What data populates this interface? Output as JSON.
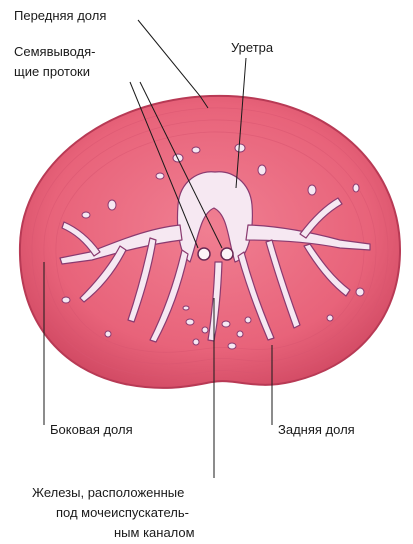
{
  "labels": {
    "anterior_lobe": "Передняя доля",
    "ejaculatory_ducts_line1": "Семявыводя-",
    "ejaculatory_ducts_line2": "щие протоки",
    "urethra": "Уретра",
    "lateral_lobe": "Боковая доля",
    "posterior_lobe": "Задняя доля",
    "glands_line1": "Железы,  расположенные",
    "glands_line2": "под  мочеиспускатель-",
    "glands_line3": "ным  каналом"
  },
  "colors": {
    "tissue": "#e8637a",
    "tissue_dark": "#c9405a",
    "ducts": "#f6e8f2",
    "duct_outline": "#8a3a70",
    "text": "#1a1a1a"
  }
}
